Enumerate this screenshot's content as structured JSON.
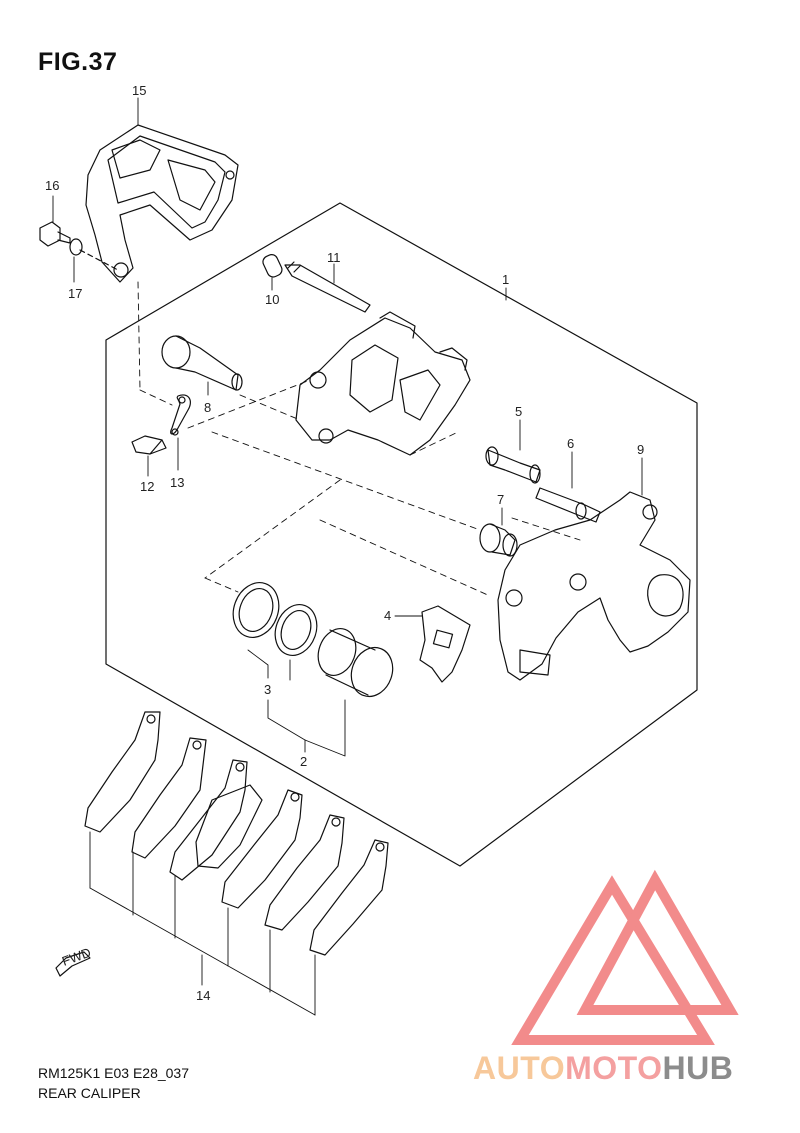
{
  "figure": {
    "title": "FIG.37",
    "code": "RM125K1 E03 E28_037",
    "name": "REAR CALIPER"
  },
  "callouts": [
    "1",
    "2",
    "3",
    "4",
    "5",
    "6",
    "7",
    "8",
    "9",
    "10",
    "11",
    "12",
    "13",
    "14",
    "15",
    "16",
    "17"
  ],
  "fwd_label": "FWD",
  "watermark": {
    "part1": "AUTO",
    "part2": "MOTO",
    "part3": "HUB",
    "colors": {
      "auto": "#f7c89a",
      "moto": "#f4a0a0",
      "hub": "#8c8c8c",
      "logo": "#f28b8b"
    }
  }
}
